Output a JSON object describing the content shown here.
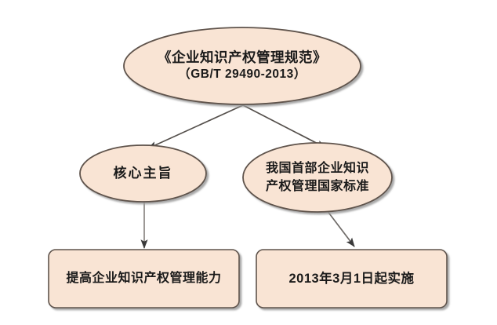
{
  "diagram": {
    "title_shape_fill": "#F9E4D4",
    "shape_stroke": "#5E534C",
    "connector_color": "#6E6A67",
    "background": "#FFFFFF",
    "nodes": [
      {
        "id": "root",
        "shape": "ellipse",
        "lines": [
          "《企业知识产权管理规范》",
          "（GB/T 29490-2013）"
        ]
      },
      {
        "id": "core",
        "shape": "ellipse",
        "lines": [
          "核心主旨"
        ]
      },
      {
        "id": "standard",
        "shape": "ellipse",
        "lines": [
          "我国首部企业知识",
          "产权管理国家标准"
        ]
      },
      {
        "id": "ability",
        "shape": "rounded-rect",
        "lines": [
          "提高企业知识产权管理能力"
        ]
      },
      {
        "id": "date",
        "shape": "rounded-rect",
        "lines": [
          "2013年3月1日起实施"
        ]
      }
    ],
    "edges": [
      {
        "from": "root",
        "to": "core"
      },
      {
        "from": "root",
        "to": "standard"
      },
      {
        "from": "core",
        "to": "ability"
      },
      {
        "from": "standard",
        "to": "date"
      }
    ]
  }
}
